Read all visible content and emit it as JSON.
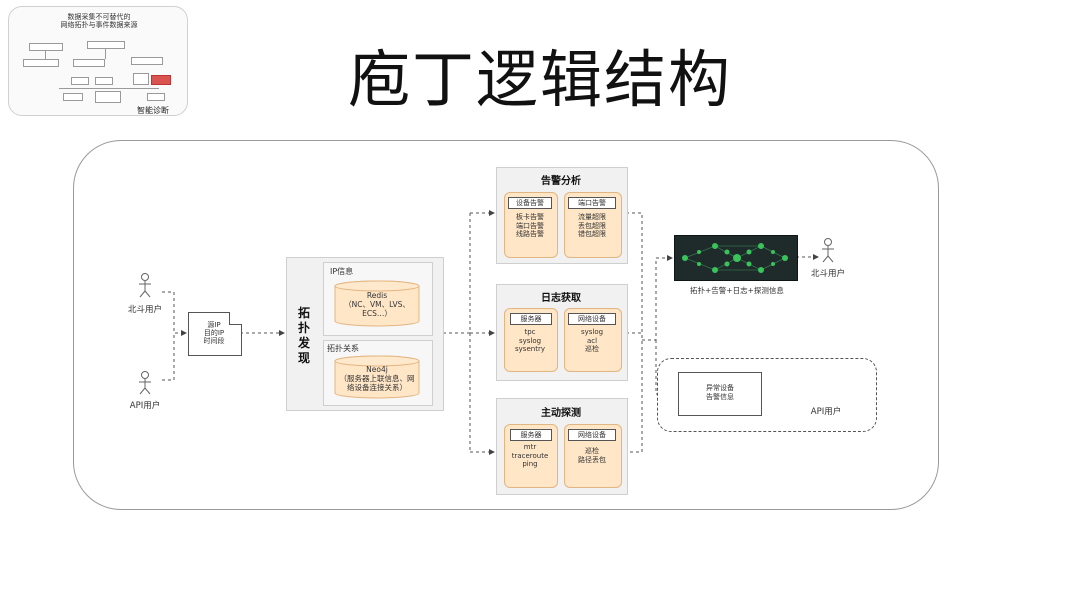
{
  "slide": {
    "title": "庖丁逻辑结构"
  },
  "thumbnail": {
    "header": "数据采集不可替代的\n网络拓扑与事件数据来源",
    "caption": "智能诊断"
  },
  "diagram": {
    "users": {
      "top_label": "北斗用户",
      "bottom_label": "API用户"
    },
    "input_doc": {
      "text": "源IP\n目的IP\n时间段"
    },
    "topology": {
      "label": "拓扑发现",
      "ip_info": {
        "title": "IP信息",
        "store": "Redis\n（NC、VM、LVS、\nECS…）"
      },
      "topo_relation": {
        "title": "拓扑关系",
        "store": "Neo4j\n（服务器上联信息、网\n络设备连接关系）"
      }
    },
    "alarm_analysis": {
      "title": "告警分析",
      "cards": [
        {
          "tag": "设备告警",
          "text": "板卡告警\n端口告警\n线路告警"
        },
        {
          "tag": "端口告警",
          "text": "流量超限\n丢包超限\n错包超限"
        }
      ]
    },
    "log_fetch": {
      "title": "日志获取",
      "cards": [
        {
          "tag": "服务器",
          "text": "tpc\nsyslog\nsysentry"
        },
        {
          "tag": "网络设备",
          "text": "syslog\nacl\n巡检"
        }
      ]
    },
    "active_probe": {
      "title": "主动探测",
      "cards": [
        {
          "tag": "服务器",
          "text": "mtr\ntraceroute\nping"
        },
        {
          "tag": "网络设备",
          "text": "巡检\n路径丢包"
        }
      ]
    },
    "output_top": {
      "caption": "拓扑+告警+日志+探测信息",
      "user_label": "北斗用户"
    },
    "output_bottom": {
      "doc_text": "异常设备\n告警信息",
      "user_label": "API用户"
    }
  },
  "colors": {
    "card_fill": "#ffe6c7",
    "panel_fill": "#f1f1f1",
    "dark_panel": "#1e2b2a",
    "node_green": "#39c35a"
  }
}
